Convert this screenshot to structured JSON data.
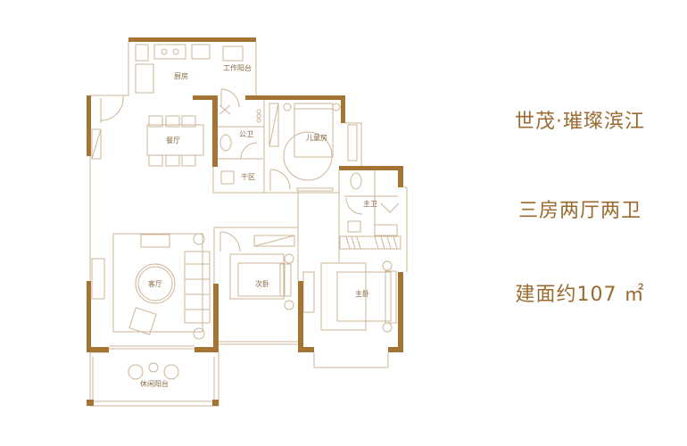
{
  "project": {
    "name": "世茂·璀璨滨江",
    "layout": "三房两厅两卫",
    "area_label": "建面约107 ㎡"
  },
  "rooms": {
    "kitchen": "厨房",
    "work_balcony": "工作阳台",
    "dining": "餐厅",
    "public_bath": "公卫",
    "dry_area": "干区",
    "kids_room": "儿童房",
    "master_bath": "主卫",
    "living": "客厅",
    "second_bedroom": "次卧",
    "master_bedroom": "主卧",
    "leisure_balcony": "休闲阳台"
  },
  "colors": {
    "wall": "#a47435",
    "line": "#c9ae8a",
    "text": "#9b6a2f"
  }
}
